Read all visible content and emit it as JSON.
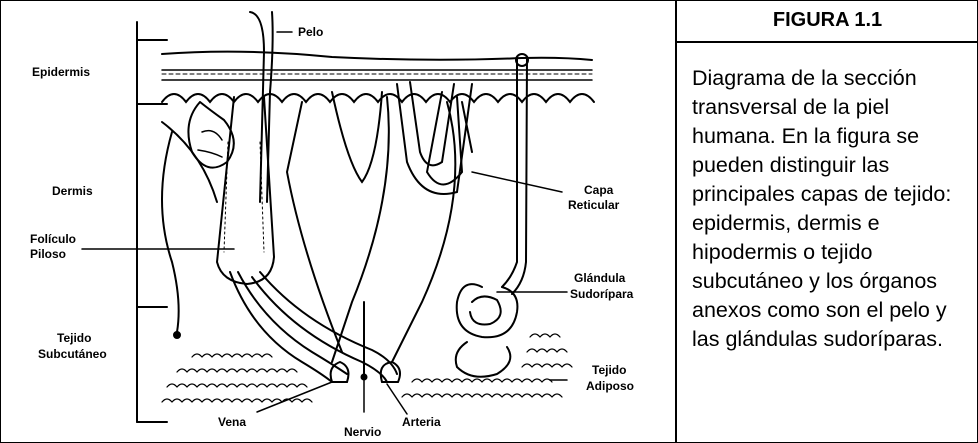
{
  "figure": {
    "number_label": "FIGURA 1.1",
    "caption": "Diagrama de la sección transversal de la piel humana. En la figura se pueden distinguir las principales capas de tejido: epidermis, dermis e hipodermis o tejido subcutáneo y los órganos anexos como son el pelo y las glándulas sudoríparas."
  },
  "labels": {
    "pelo": "Pelo",
    "epidermis": "Epidermis",
    "dermis": "Dermis",
    "foliculo_1": "Folículo",
    "foliculo_2": "Piloso",
    "tejido_sub_1": "Tejido",
    "tejido_sub_2": "Subcutáneo",
    "capa_1": "Capa",
    "capa_2": "Reticular",
    "glandula_1": "Glándula",
    "glandula_2": "Sudorípara",
    "adiposo_1": "Tejido",
    "adiposo_2": "Adiposo",
    "vena": "Vena",
    "nervio": "Nervio",
    "arteria": "Arteria"
  }
}
